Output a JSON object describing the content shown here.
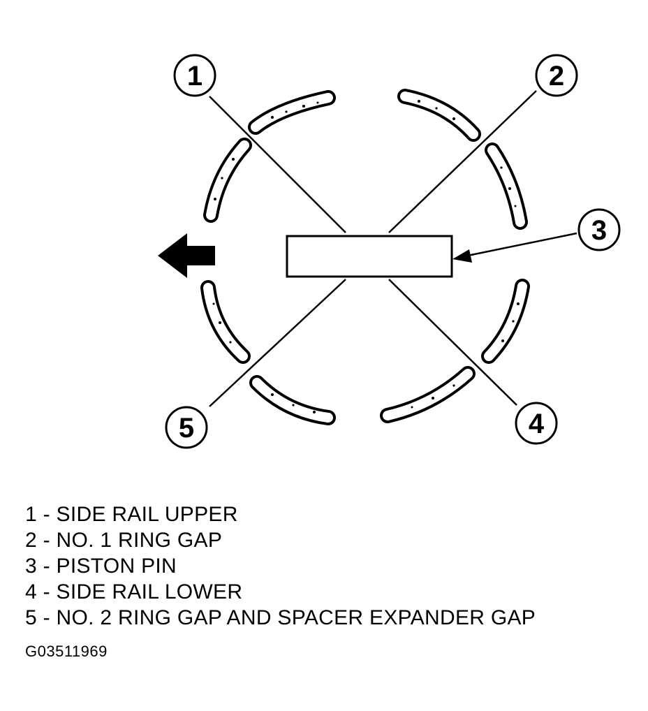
{
  "callouts": [
    "1",
    "2",
    "3",
    "4",
    "5"
  ],
  "legend": [
    "1 - SIDE RAIL UPPER",
    "2 - NO. 1 RING GAP",
    "3 - PISTON PIN",
    "4 - SIDE RAIL LOWER",
    "5 - NO. 2 RING GAP AND SPACER EXPANDER GAP"
  ],
  "figure_id": "G03511969",
  "icons": {
    "direction_arrow": "arrow-left-icon"
  }
}
